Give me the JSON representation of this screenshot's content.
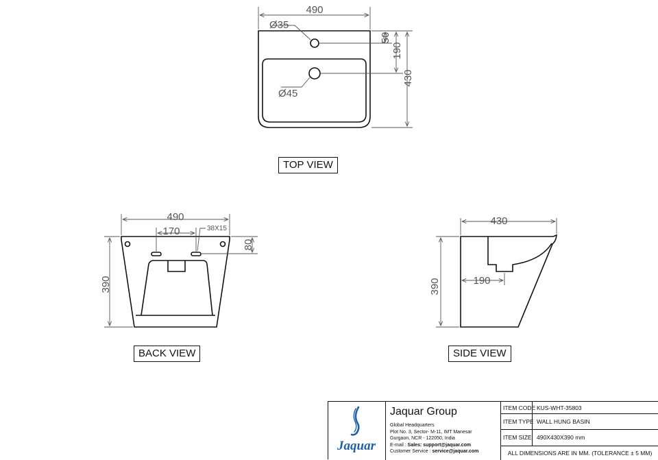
{
  "top_view": {
    "label": "TOP VIEW",
    "dim_width": "490",
    "dim_depth": "430",
    "dim_tap_offset": "50",
    "dim_waste_offset": "190",
    "dim_tap_hole": "Ø35",
    "dim_waste_hole": "Ø45"
  },
  "back_view": {
    "label": "BACK VIEW",
    "dim_width": "490",
    "dim_height": "390",
    "dim_fixing_spacing": "170",
    "dim_slot": "38X15",
    "dim_fixing_height": "80"
  },
  "side_view": {
    "label": "SIDE VIEW",
    "dim_depth": "430",
    "dim_height": "390",
    "dim_waste": "190"
  },
  "title_block": {
    "company": "Jaquar Group",
    "logo_text": "Jaquar",
    "address_lines": [
      "Global Headquarters",
      "Plot No. 3, Sector- M-11, IMT Manesar",
      "Gurgaon, NCR - 122050, India"
    ],
    "email_prefix": "E-mail : ",
    "email_value": "Sales: support@jaquar.com",
    "service_prefix": "Customer Service : ",
    "service_value": "service@jaquar.com",
    "item_code_label": "ITEM  CODE",
    "item_code": "KUS-WHT-35803",
    "item_type_label": "ITEM  TYPE",
    "item_type": "WALL HUNG BASIN",
    "item_size_label": "ITEM  SIZE",
    "item_size": "490X430X390 mm",
    "note": "ALL DIMENSIONS ARE IN MM. (TOLERANCE ± 5 MM)"
  },
  "colors": {
    "line": "#111111",
    "dimension": "#555555",
    "logo": "#1f5fa8"
  }
}
